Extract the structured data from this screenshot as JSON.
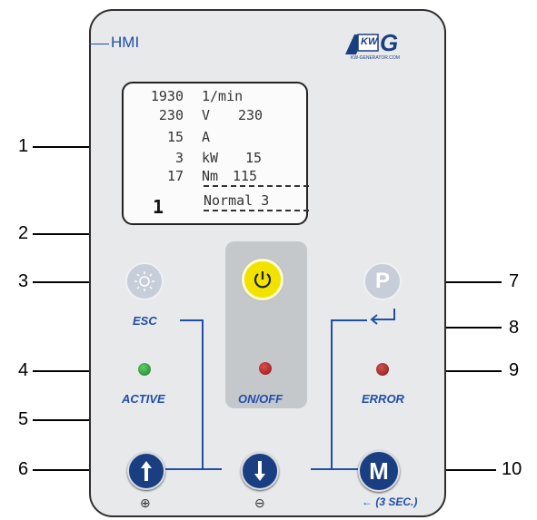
{
  "brand": {
    "hmi_label": "HMI",
    "logo_text": "KW",
    "logo_letter": "G",
    "logo_sub": "KW-GENERATOR.COM"
  },
  "display": {
    "rows": [
      {
        "value": "1930",
        "unit": "1/min",
        "extra": ""
      },
      {
        "value": "230",
        "unit": "V",
        "extra": "230"
      },
      {
        "value": "15",
        "unit": "A",
        "extra": ""
      },
      {
        "value": "3",
        "unit": "kW",
        "extra": "15"
      },
      {
        "value": "17",
        "unit": "Nm",
        "extra": "115"
      }
    ],
    "mode_number": "1",
    "mode_text": "Normal 3"
  },
  "buttons": {
    "esc_label": "ESC",
    "active_label": "ACTIVE",
    "onoff_label": "ON/OFF",
    "error_label": "ERROR",
    "p_label": "P",
    "m_label": "M",
    "plus_symbol": "⊕",
    "minus_symbol": "⊖",
    "m_hint": "← (3 SEC.)"
  },
  "callouts": [
    "1",
    "2",
    "3",
    "4",
    "5",
    "6",
    "7",
    "8",
    "9",
    "10"
  ],
  "colors": {
    "accent_blue": "#1f4ea8",
    "button_blue": "#1a3e82",
    "power_yellow": "#f2e200",
    "led_green": "#2e9c3a",
    "led_red": "#b3262a"
  }
}
